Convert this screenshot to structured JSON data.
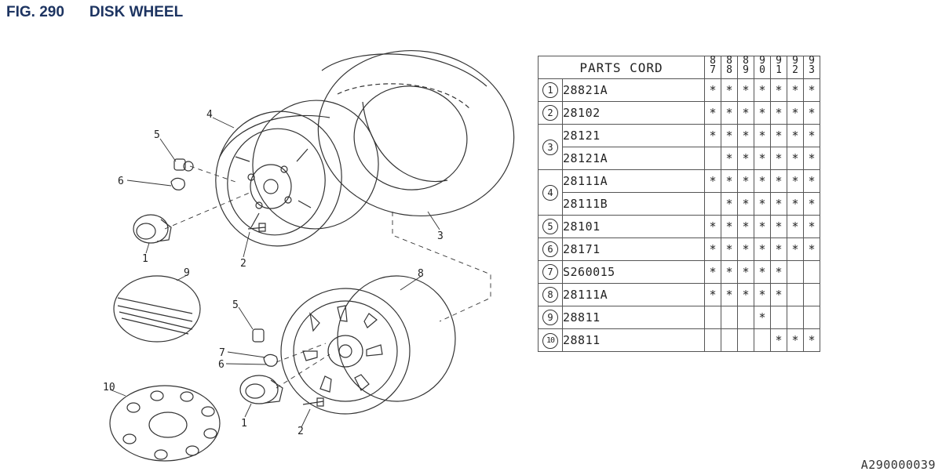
{
  "header": {
    "fig_number": "FIG. 290",
    "title": "DISK WHEEL"
  },
  "callouts": [
    "1",
    "2",
    "3",
    "4",
    "5",
    "6",
    "1",
    "2",
    "5",
    "6",
    "7",
    "8",
    "9",
    "10"
  ],
  "table": {
    "header_label": "PARTS CORD",
    "years": [
      [
        "8",
        "7"
      ],
      [
        "8",
        "8"
      ],
      [
        "8",
        "9"
      ],
      [
        "9",
        "0"
      ],
      [
        "9",
        "1"
      ],
      [
        "9",
        "2"
      ],
      [
        "9",
        "3"
      ]
    ],
    "rows": [
      {
        "ref": "1",
        "code": "28821A",
        "marks": [
          "*",
          "*",
          "*",
          "*",
          "*",
          "*",
          "*"
        ]
      },
      {
        "ref": "2",
        "code": "28102",
        "marks": [
          "*",
          "*",
          "*",
          "*",
          "*",
          "*",
          "*"
        ]
      },
      {
        "ref": "3",
        "code": "28121",
        "marks": [
          "*",
          "*",
          "*",
          "*",
          "*",
          "*",
          "*"
        ]
      },
      {
        "ref": "",
        "code": "28121A",
        "marks": [
          "",
          "*",
          "*",
          "*",
          "*",
          "*",
          "*"
        ]
      },
      {
        "ref": "4",
        "code": "28111A",
        "marks": [
          "*",
          "*",
          "*",
          "*",
          "*",
          "*",
          "*"
        ]
      },
      {
        "ref": "",
        "code": "28111B",
        "marks": [
          "",
          "*",
          "*",
          "*",
          "*",
          "*",
          "*"
        ]
      },
      {
        "ref": "5",
        "code": "28101",
        "marks": [
          "*",
          "*",
          "*",
          "*",
          "*",
          "*",
          "*"
        ]
      },
      {
        "ref": "6",
        "code": "28171",
        "marks": [
          "*",
          "*",
          "*",
          "*",
          "*",
          "*",
          "*"
        ]
      },
      {
        "ref": "7",
        "code": "S260015",
        "marks": [
          "*",
          "*",
          "*",
          "*",
          "*",
          "",
          ""
        ]
      },
      {
        "ref": "8",
        "code": "28111A",
        "marks": [
          "*",
          "*",
          "*",
          "*",
          "*",
          "",
          ""
        ]
      },
      {
        "ref": "9",
        "code": "28811",
        "marks": [
          "",
          "",
          "",
          "*",
          "",
          "",
          ""
        ]
      },
      {
        "ref": "10",
        "code": "28811",
        "marks": [
          "",
          "",
          "",
          "",
          "*",
          "*",
          "*"
        ]
      }
    ]
  },
  "footer": {
    "ref_code": "A290000039"
  }
}
